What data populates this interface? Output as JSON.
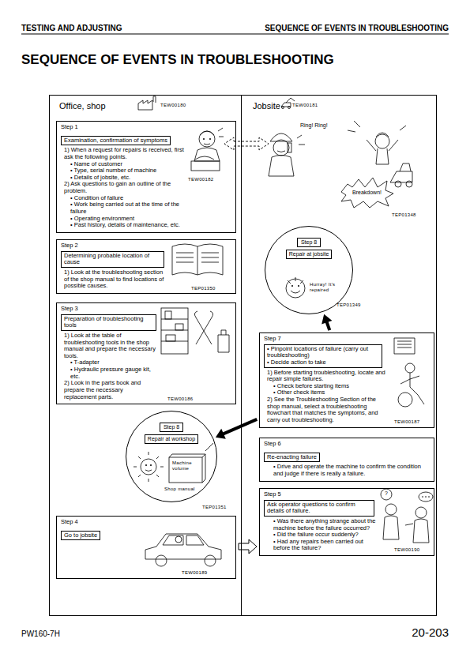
{
  "diagram": {
    "title": "SEQUENCE OF EVENTS IN TROUBLESHOOTING",
    "nodes": [
      {
        "text": [
          "Office, shop"
        ]
      },
      {
        "text": [
          "Jobsite"
        ]
      },
      {
        "text": [
          "Step 1",
          "1) When a request for repairs is received, first ask the following points.",
          "• Name of customer",
          "• Type, serial number of machine",
          "• Details of jobsite, etc.",
          "2) Ask questions to gain an outline of the problem.",
          "• Condition of failure",
          "• Work being carried out at the time of the failure",
          "• Operating environment",
          "• Past history, details of maintenance, etc."
        ],
        "in": 0
      },
      {
        "text": [
          "Examination, confirmation of symptoms"
        ],
        "in": 2
      },
      {
        "text": [
          "Step 2",
          "1) Look at the troubleshooting section of the shop manual to find locations of possible causes."
        ],
        "in": 0
      },
      {
        "text": [
          "Determining probable location of cause"
        ],
        "in": 4
      },
      {
        "text": [
          "Step 3",
          "1) Look at the table of troubleshooting tools in the shop manual and prepare the necessary tools.",
          "• T-adapter",
          "• Hydraulic pressure gauge kit, etc.",
          "2) Look in the parts book and prepare the necessary replacement parts."
        ],
        "in": 0
      },
      {
        "text": [
          "Preparation of troubleshooting tools"
        ],
        "in": 6
      },
      {
        "text": [
          "Step 8"
        ],
        "in": 0
      },
      {
        "text": [
          "Repair at workshop"
        ],
        "in": 8
      },
      {
        "text": [
          "Step 4"
        ],
        "in": 0
      },
      {
        "text": [
          "Go to jobsite"
        ],
        "in": 10
      },
      {
        "text": [
          "Step 8"
        ],
        "in": 1
      },
      {
        "text": [
          "Repair at jobsite"
        ],
        "in": 12
      },
      {
        "text": [
          "Step 7",
          "1) Before starting troubleshooting, locate and repair simple failures.",
          "• Check before starting items",
          "• Other check items",
          "2) See the Troubleshooting Section of the shop manual, select a troubleshooting flowchart that matches the symptoms, and carry out troubleshooting."
        ],
        "in": 1
      },
      {
        "text": [
          "• Pinpoint locations of failure (carry out troubleshooting)",
          "• Decide action to take"
        ],
        "in": 14
      },
      {
        "text": [
          "Step 6",
          "• Drive and operate the machine to confirm the condition and judge if there is really a failure."
        ],
        "in": 1
      },
      {
        "text": [
          "Re-enacting failure"
        ],
        "in": 16
      },
      {
        "text": [
          "Step 5",
          "• Was there anything strange about the machine before the failure occurred?",
          "• Did the failure occur suddenly?",
          "• Had any repairs been carried out before the failure?"
        ],
        "in": 1
      },
      {
        "text": [
          "Ask operator questions to confirm details of failure."
        ],
        "in": 18
      }
    ],
    "edges": [
      {
        "from": 10,
        "to": 18,
        "arrow": "to"
      },
      {
        "from": 14,
        "to": 12,
        "arrow": "to"
      },
      {
        "from": 14,
        "to": 8,
        "arrow": "to"
      }
    ],
    "labels": [
      "TESTING AND ADJUSTING",
      "SEQUENCE OF EVENTS IN TROUBLESHOOTING",
      "TEW00180",
      "TEW00181",
      "TEW00182",
      "Ring! Ring!",
      "Breakdown!",
      "TEP01348",
      "TEP01350",
      "Hurray! It's repaired",
      "TEP01349",
      "TEW00186",
      "Machine volume",
      "Shop manual",
      "TEP01351",
      "TEW00189",
      "TEW00187",
      "?",
      "TEW00190",
      "PW160-7H",
      "20-203"
    ]
  }
}
